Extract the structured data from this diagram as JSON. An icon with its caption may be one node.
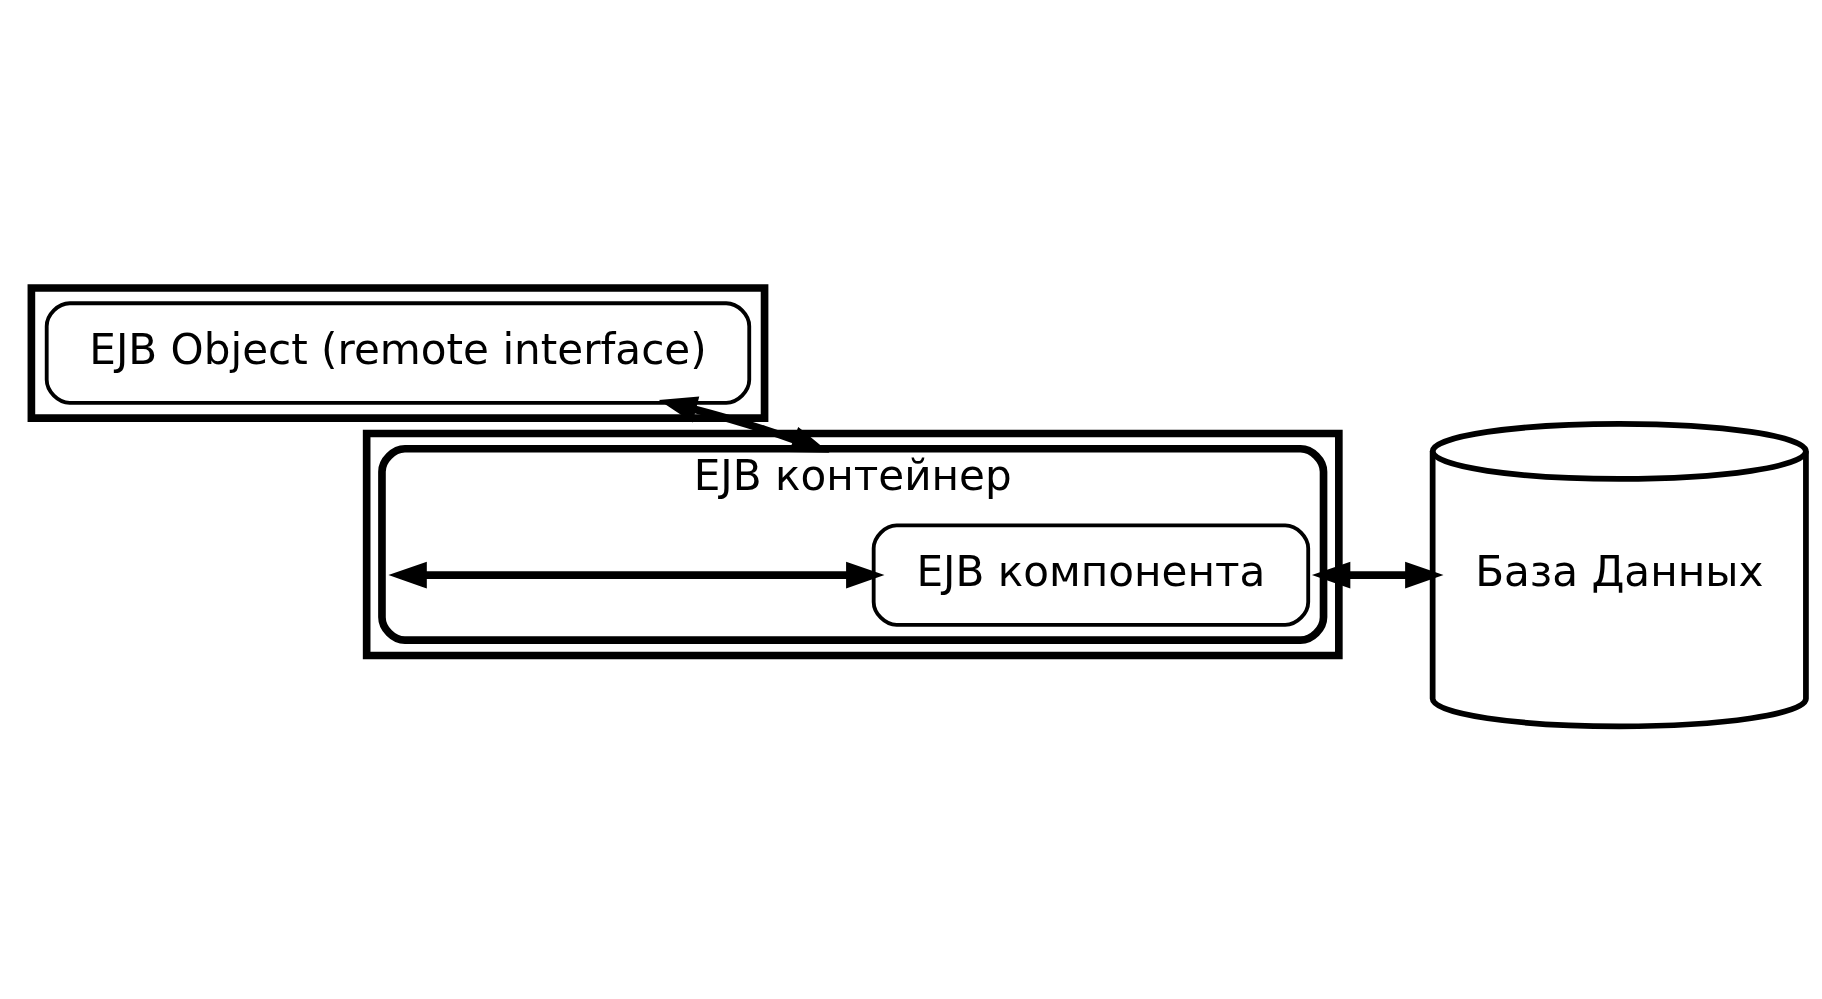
{
  "diagram": {
    "nodes": [
      {
        "text": [],
        "shape": "box"
      },
      {
        "text": [
          "EJB Object (remote interface)"
        ],
        "in": 0
      },
      {
        "text": [],
        "shape": "box"
      },
      {
        "text": [
          "EJB контейнер"
        ],
        "in": 2
      },
      {
        "text": [
          "EJB компонента"
        ],
        "in": 3
      },
      {
        "text": [
          "База Данных"
        ]
      }
    ],
    "edges": [
      {
        "from": 1,
        "to": 3,
        "arrow": "both"
      },
      {
        "from": 3,
        "to": 5,
        "arrow": "both"
      },
      {
        "from": null,
        "to": 4,
        "arrow": "both"
      }
    ]
  }
}
